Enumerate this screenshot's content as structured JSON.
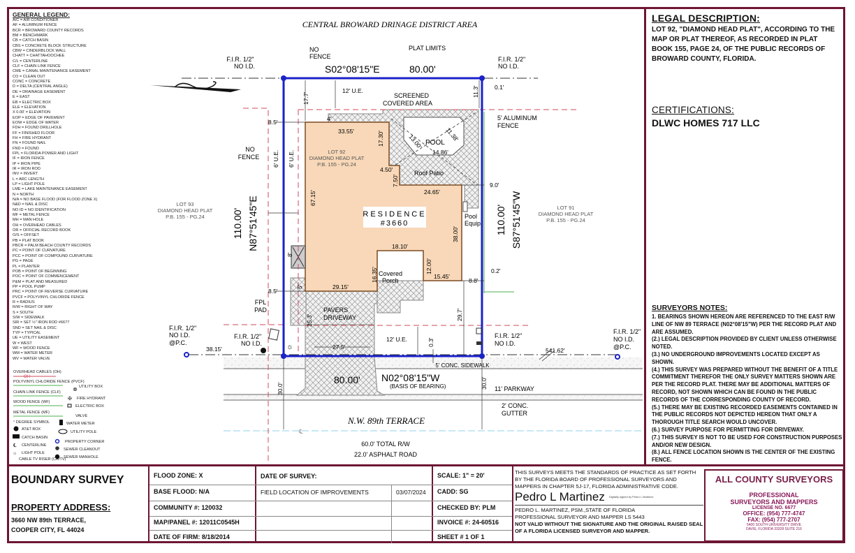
{
  "colors": {
    "frame": "#6d1634",
    "boundary": "#1a22c8",
    "residence": "#f8d8b8",
    "setback": "#d04a5a",
    "fence": "#4caf50"
  },
  "legend": {
    "title": "GENERAL LEGEND:",
    "items": [
      "A/C = AIR CONDITIONER",
      "AF = ALUMINUM FENCE",
      "BCR  = BROWARD COUNTY RECORDS",
      "BM  = BENCHMARK",
      "CB = CATCH BASIN",
      "CBS = CONCRETE BLOCK STRUCTURE",
      "CBW = CINDERBLOCK WALL",
      "CHATT  = CHATTAHOOCHEE",
      "C/L  = CENTERLINE",
      "CLF = CHAIN LINK FENCE",
      "CME = CANAL MAINTENANCE EASEMENT",
      "CO = CLEAN OUT",
      "CONC = CONCRETE",
      "D = DELTA (CENTRAL ANGLE)",
      "DE  = DRAINAGE EASEMENT",
      "E = EAST",
      "EB = ELECTRIC BOX",
      "ELE  = ELEVATION",
      "X 0.00'     = ELEVATION",
      "EOP = EDGE OF PAVEMENT",
      "EOW  = EDGE OF WATER",
      "FDH = FOUND DRILLHOLE",
      "FF  = FINISHED FLOOR",
      "FH = FIRE HYDRANT",
      "FN = FOUND NAIL",
      "FND = FOUND",
      "FPL = FLORIDA POWER AND LIGHT",
      "IF = IRON FENCE",
      "IP = IRON PIPE",
      "IR = IRON ROD",
      "INV  = INVERT",
      "L  = ARC LENGTH",
      "LP = LIGHT POLE",
      "LME  = LAKE MAINTENANCE EASEMENT",
      "N = NORTH",
      "N/A = NO BASE FLOOD (FOR FLOOD ZONE X)",
      "N&D = NAIL & DISC",
      "NO ID = NO IDENTIFICATION",
      "MF = METAL FENCE",
      "MH = MAN HOLE",
      "OH = OVERHEAD CABLES",
      "OR  = OFFICIAL RECORD BOOK",
      "O/S = OFFSET",
      "PB  = PLAT BOOK",
      "PBCR  = PALM BEACH COUNTY RECORDS",
      "PC  = POINT OF CURVATURE",
      "PCC = POINT OF COMPOUND CURVATURE",
      "PG  = PAGE",
      "PL = PLANTER",
      "POB  = POINT OF BEGINNING",
      "POC  = POINT OF COMMENCEMENT",
      "P&M = PLAT AND MEASURED",
      "PP = POOL PUMP",
      "PRC = POINT OF REVERSE CURVATURE",
      "PVCF = POLYVINYL CHLORIDE FENCE",
      "R = RADIUS",
      "R/W  = RIGHT OF WAY",
      "S = SOUTH",
      "S/W  = SIDEWALK",
      "SIR = SET ½\" IRON ROD #6677",
      "SND = SET NAIL & DISC",
      "TYP  = TYPICAL",
      "UE  = UTILITY EASEMENT",
      "W = WEST",
      "WF = WOOD FENCE",
      "WM = WATER METER",
      "WV = WATER VALVE"
    ],
    "lines": {
      "oh": "OVERHEAD CABLES (OH)",
      "oh_mark": "OH",
      "pvcf": "POLYVINYL CHLORIDE FENCE (PVCF)",
      "clf": "CHAIN LINK FENCE (CLF)",
      "wf": "WOOD FENCE (WF)",
      "mf": "METAL FENCE (MF)"
    },
    "symbols": {
      "degree": "° DEGREE SYMBOL",
      "att": "AT&T BOX",
      "catch": "CATCH BASIN",
      "centerline": "CENTERLINE",
      "light": "LIGHT POLE",
      "catv": "CABLE TV RISER (CA/TV)",
      "utility_box": "UTILITY BOX",
      "hydrant": "FIRE HYDRANT",
      "electric": "ELECTRIC BOX",
      "valve": "VALVE",
      "water_meter": "WATER METER",
      "utility_pole": "UTILITY POLE",
      "corner": "PROPERTY CORNER",
      "cleanout": "SEWER CLEANOUT",
      "manhole": "SEWER MANHOLE"
    }
  },
  "drawing": {
    "district": "CENTRAL BROWARD DRINAGE DISTRICT AREA",
    "north_bearing": "S02°08'15\"E",
    "north_dist": "80.00'",
    "south_bearing": "N02°08'15\"W",
    "south_dist": "80.00'",
    "basis": "(BASIS OF BEARING)",
    "west_dist": "110.00'",
    "west_bearing": "N87°51'45\"E",
    "east_dist": "110.00'",
    "east_bearing": "S87°51'45\"W",
    "no_fence": [
      "NO",
      "FENCE"
    ],
    "plat_limits": "PLAT LIMITS",
    "fir": "F.I.R. 1/2\"",
    "noid": "NO I.D.",
    "pc": "@P.C.",
    "screened": [
      "SCREENED",
      "COVERED AREA"
    ],
    "alum_fence": [
      "5' ALUMINUM",
      "FENCE"
    ],
    "lot92": [
      "LOT 92",
      "DIAMOND HEAD PLAT",
      "P.B. 155 - PG.24"
    ],
    "lot93": [
      "LOT 93",
      "DIAMOND HEAD PLAT",
      "P.B. 155 - PG.24"
    ],
    "lot91": [
      "LOT 91",
      "DIAMOND HEAD PLAT",
      "P.B. 155 - PG.24"
    ],
    "residence": "RESIDENCE",
    "number": "#3660",
    "pool": "POOL",
    "roof_patio": "Roof Patio",
    "pool_equip": [
      "Pool",
      "Equip."
    ],
    "covered_porch": [
      "Covered",
      "Porch"
    ],
    "pavers": [
      "PAVERS",
      "DRIVEWAY"
    ],
    "fpl": [
      "FPL",
      "PAD"
    ],
    "sidewalk": "5' CONC. SIDEWALK",
    "parkway": "11' PARKWAY",
    "gutter": [
      "2' CONC.",
      "GUTTER"
    ],
    "street": "N.W. 89th TERRACE",
    "rw": "60.0' TOTAL R/W",
    "road": "22.0' ASPHALT ROAD",
    "dims": {
      "ue12": "12' U.E.",
      "ue6": "6' U.E.",
      "d17_7": "17.7'",
      "d11_3": "11.3'",
      "d0_1": "0.1'",
      "d8_5": "8.5'",
      "d4": "4'",
      "d33_55": "33.55'",
      "d17_30": "17.30'",
      "d13_00": "13.00'",
      "d11_38": "11.38'",
      "d14_86": "14.86'",
      "d4_50": "4.50'",
      "d7_50": "7.50'",
      "d24_65": "24.65'",
      "d9_0": "9.0'",
      "d67_15": "67.15'",
      "d38_00": "38.00'",
      "d18_10": "18.10'",
      "d12_00": "12.00'",
      "d16_35": "16.35'",
      "d15_45": "15.45'",
      "d29_15": "29.15'",
      "d0_2": "0.2'",
      "d8_8": "8.8'",
      "d8": "8'",
      "d5": "5'",
      "d25_3": "25.3'",
      "d27_5": "27.5'",
      "d0_3": "0.3'",
      "d29_7": "29.7'",
      "d38_15": "38.15'",
      "d541_62": "541.62'",
      "d30_0": "30.0'"
    }
  },
  "legal": {
    "title": "LEGAL DESCRIPTION:",
    "text": "LOT 92, \"DIAMOND HEAD PLAT\", ACCORDING TO THE MAP OR PLAT THEREOF, AS RECORDED IN PLAT BOOK 155, PAGE 24, OF THE PUBLIC RECORDS OF BROWARD COUNTY, FLORIDA."
  },
  "certifications": {
    "title": "CERTIFICATIONS:",
    "name": "DLWC HOMES 717 LLC"
  },
  "notes": {
    "title": "SURVEYORS NOTES:",
    "items": [
      "1. BEARINGS SHOWN HEREON ARE REFERENCED TO THE EAST R/W LINE OF NW 89 TERRACE (N02°08'15\"W) PER THE RECORD PLAT AND ARE ASSUMED.",
      "(2.)  LEGAL DESCRIPTION PROVIDED BY CLIENT UNLESS OTHERWISE NOTED.",
      "(3.)  NO UNDERGROUND IMPROVEMENTS LOCATED EXCEPT AS SHOWN.",
      "(4.) THIS SURVEY WAS PREPARED WITHOUT THE BENEFIT OF A TITLE COMMITMENT THEREFOR THE ONLY SURVEY MATTERS SHOWN ARE PER THE RECORD PLAT. THERE MAY BE ADDITIONAL MATTERS OF RECORD, NOT SHOWN WHICH CAN BE FOUND IN THE PUBLIC RECORDS OF THE CORRESPONDING COUNTY OF RECORD.",
      "(5.) THERE MAY BE EXISTING RECORDED EASEMENTS CONTAINED IN THE PUBLIC RECORDS NOT DEPICTED HEREON THAT ONLY A THOROUGH TITLE SEARCH WOULD UNCOVER.",
      "(6.) SURVEY PURPOSE FOR PERMITTING FOR DRIVEWAY.",
      "(7.) THIS SURVEY IS NOT TO BE USED FOR CONSTRUCTION PURPOSES AND/OR NEW DESIGN.",
      "(8.) ALL FENCE LOCATION SHOWN IS THE CENTER OF THE EXISTING FENCE."
    ]
  },
  "title_block": {
    "title": "BOUNDARY SURVEY",
    "address_label": "PROPERTY ADDRESS:",
    "address1": "3660 NW 89th TERRACE,",
    "address2": "COOPER CITY, FL 44024",
    "flood_zone": "FLOOD ZONE:  X",
    "base_flood": "BASE FLOOD:  N/A",
    "community": "COMMUNITY #: 120032",
    "map_panel": "MAP/PANEL #: 12011C0545H",
    "date_firm": "DATE OF FIRM: 8/18/2014",
    "date_survey": "DATE OF SURVEY:",
    "field_location": "FIELD LOCATION OF IMPROVEMENTS",
    "field_date": "03/07/2024",
    "scale": "SCALE:   1\" = 20'",
    "cadd": "CADD:  SG",
    "checked": "CHECKED BY: PLM",
    "invoice": "INVOICE #: 24-60516",
    "sheet": "SHEET #  1  OF  1",
    "standards": "THIS SURVEYS MEETS THE STANDARDS OF PRACTICE AS SET FORTH BY THE FLORIDA BOARD OF PROFESSIONAL SURVEYORS AND MAPPERS IN CHAPTER 5J-17, FLORIDA ADMINISTRATIVE CODE.",
    "signature": "Pedro L Martinez",
    "digital": "Digitally signed by Pedro L Martinez",
    "surveyor1": "PEDRO L. MARTINEZ, PSM.,STATE OF FLORIDA",
    "surveyor2": "PROFESSIONAL SURVEYOR AND MAPPER LS 5443",
    "not_valid": "NOT VALID WITHOUT THE SIGNATURE AND THE ORIGINAL RAISED SEAL OF A FLORIDA LICENSED SURVEYOR AND MAPPER."
  },
  "logo": {
    "company": "ALL COUNTY SURVEYORS",
    "line1": "PROFESSIONAL",
    "line2": "SURVEYORS AND MAPPERS",
    "license": "LICENSE NO. 6677",
    "office": "OFFICE: (954) 777-4747",
    "fax": "FAX: (954) 777-2707",
    "addr1": "5400 SOUTH UNIVERSITY DRIVE",
    "addr2": "DAVIE, FLORIDA 33328 SUITE 216"
  }
}
